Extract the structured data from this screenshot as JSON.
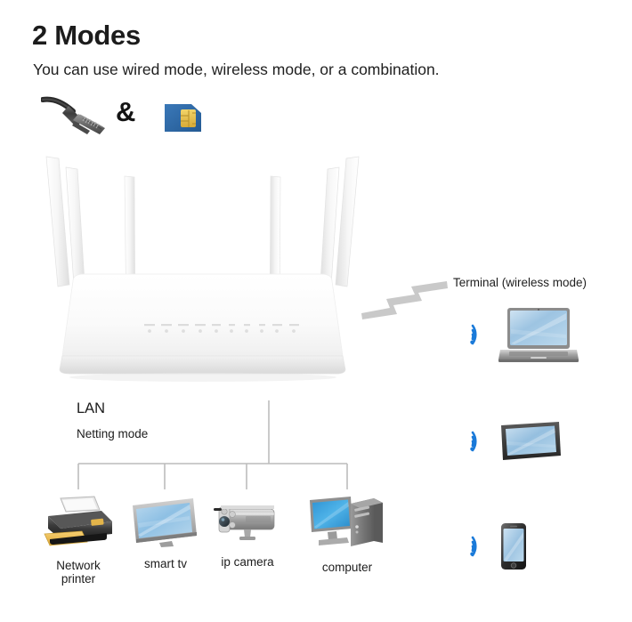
{
  "header": {
    "title": "2 Modes",
    "subtitle": "You can use wired mode, wireless mode, or a combination.",
    "conjunction": "&"
  },
  "mode_icons": [
    {
      "name": "ethernet-cable-icon",
      "label": "wired mode"
    },
    {
      "name": "sim-card-icon",
      "label": "wireless mode"
    }
  ],
  "router": {
    "name": "wifi-router",
    "antenna_count": 6,
    "led_count": 10
  },
  "lan": {
    "title": "LAN",
    "subtitle": "Netting mode",
    "devices": [
      {
        "id": "network-printer",
        "label": "Network\nprinter"
      },
      {
        "id": "smart-tv",
        "label": "smart tv"
      },
      {
        "id": "ip-camera",
        "label": "ip camera"
      },
      {
        "id": "computer",
        "label": "computer"
      }
    ]
  },
  "wireless": {
    "title": "Terminal (wireless mode)",
    "devices": [
      {
        "id": "laptop",
        "label": "laptop"
      },
      {
        "id": "tablet",
        "label": "tablet"
      },
      {
        "id": "smartphone",
        "label": "smartphone"
      }
    ]
  },
  "colors": {
    "text": "#1c1c1c",
    "wifi_blue": "#1a7ad9",
    "sim_blue": "#2f6bab",
    "sim_chip": "#e8c44e",
    "line_gray": "#b9b9b9",
    "zigzag_gray": "#c6c6c6",
    "screen_blue": "#7fb4dd",
    "background": "#ffffff"
  }
}
